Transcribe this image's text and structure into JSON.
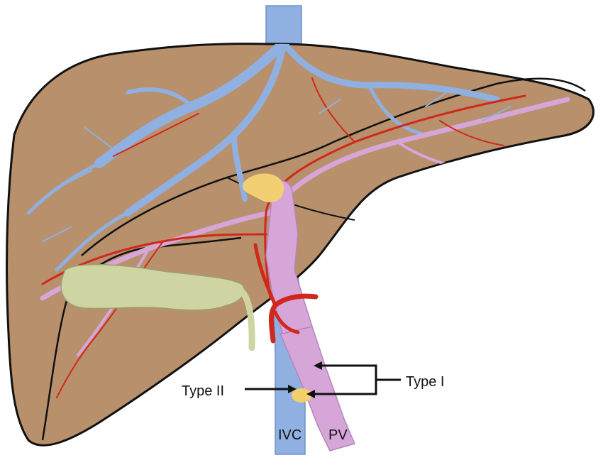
{
  "labels": {
    "type1": "Type I",
    "type2": "Type II",
    "ivc": "IVC",
    "pv": "PV"
  },
  "colors": {
    "liver": "#b8906c",
    "liver_outline": "#111111",
    "ivc_vein": "#8fb0e0",
    "portal_vein": "#d7a6d9",
    "artery": "#d0281c",
    "gallbladder": "#cfd4a3",
    "bile_yellow": "#f2cf73",
    "shunt_highlight": "#f3d16a"
  }
}
